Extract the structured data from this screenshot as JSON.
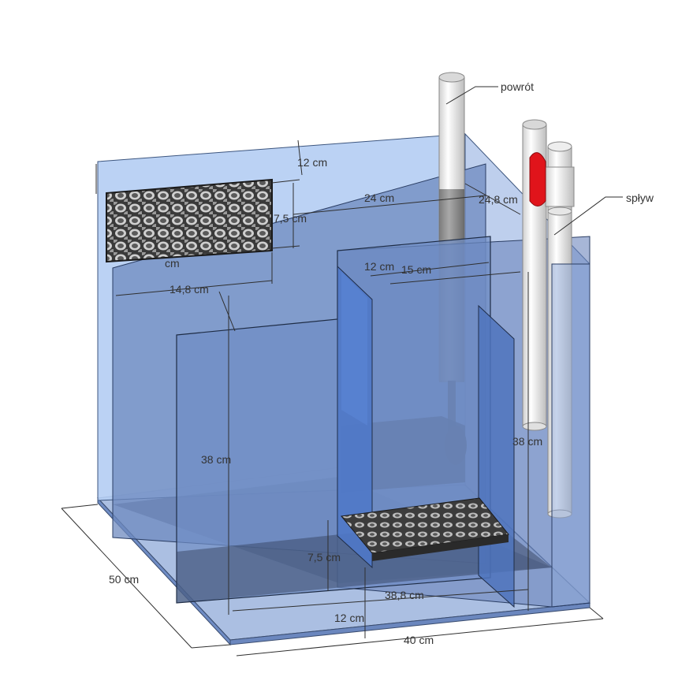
{
  "labels": {
    "return_pipe": "powrót",
    "overflow_pipe": "spływ"
  },
  "dimensions": {
    "top_offset": "12 cm",
    "width_24": "24 cm",
    "width_24_8": "24,8 cm",
    "sponge_height": "7,5 cm",
    "sponge_partial": "cm",
    "chamber_12": "12 cm",
    "chamber_15": "15 cm",
    "width_14_8": "14,8 cm",
    "height_left": "38 cm",
    "height_right": "38 cm",
    "bottom_sponge_height": "7,5 cm",
    "length_38_8": "38,8 cm",
    "bottom_12": "12 cm",
    "depth_50": "50 cm",
    "width_40": "40 cm"
  },
  "colors": {
    "glass_light": "#a9c5ee",
    "glass_mid": "#7a9bd2",
    "glass_dark": "#5a7ab9",
    "pipe_white": "#f2f2f2",
    "valve_red": "#e0141b",
    "sponge": "#555555"
  }
}
